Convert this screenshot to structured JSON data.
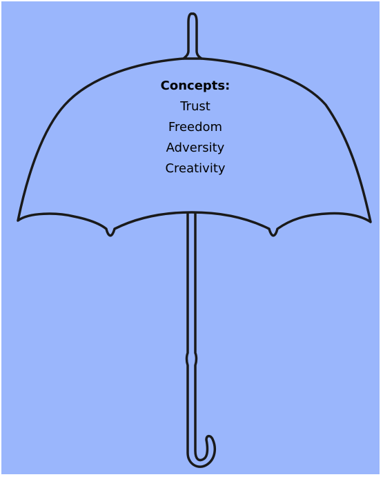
{
  "background_color": "#9ab6fc",
  "outline_color": "#1a1a1a",
  "diagram": {
    "heading": "Concepts:",
    "concepts": [
      "Trust",
      "Freedom",
      "Adversity",
      "Creativity"
    ]
  }
}
